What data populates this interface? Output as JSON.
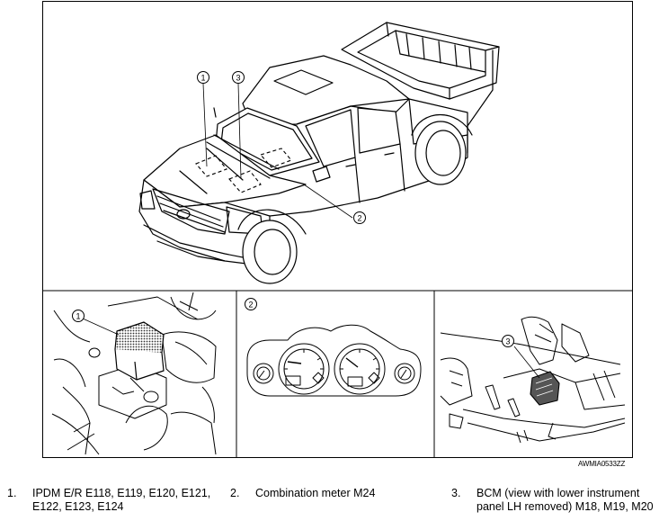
{
  "figure_code": "AWMIA0533ZZ",
  "callouts": [
    "1",
    "3",
    "2",
    "1",
    "2",
    "3"
  ],
  "legend": [
    {
      "num": "1.",
      "text": "IPDM E/R E118, E119, E120, E121, E122, E123, E124"
    },
    {
      "num": "2.",
      "text": "Combination meter M24"
    },
    {
      "num": "3.",
      "text": "BCM (view with lower instrument panel LH removed) M18, M19, M20"
    }
  ]
}
